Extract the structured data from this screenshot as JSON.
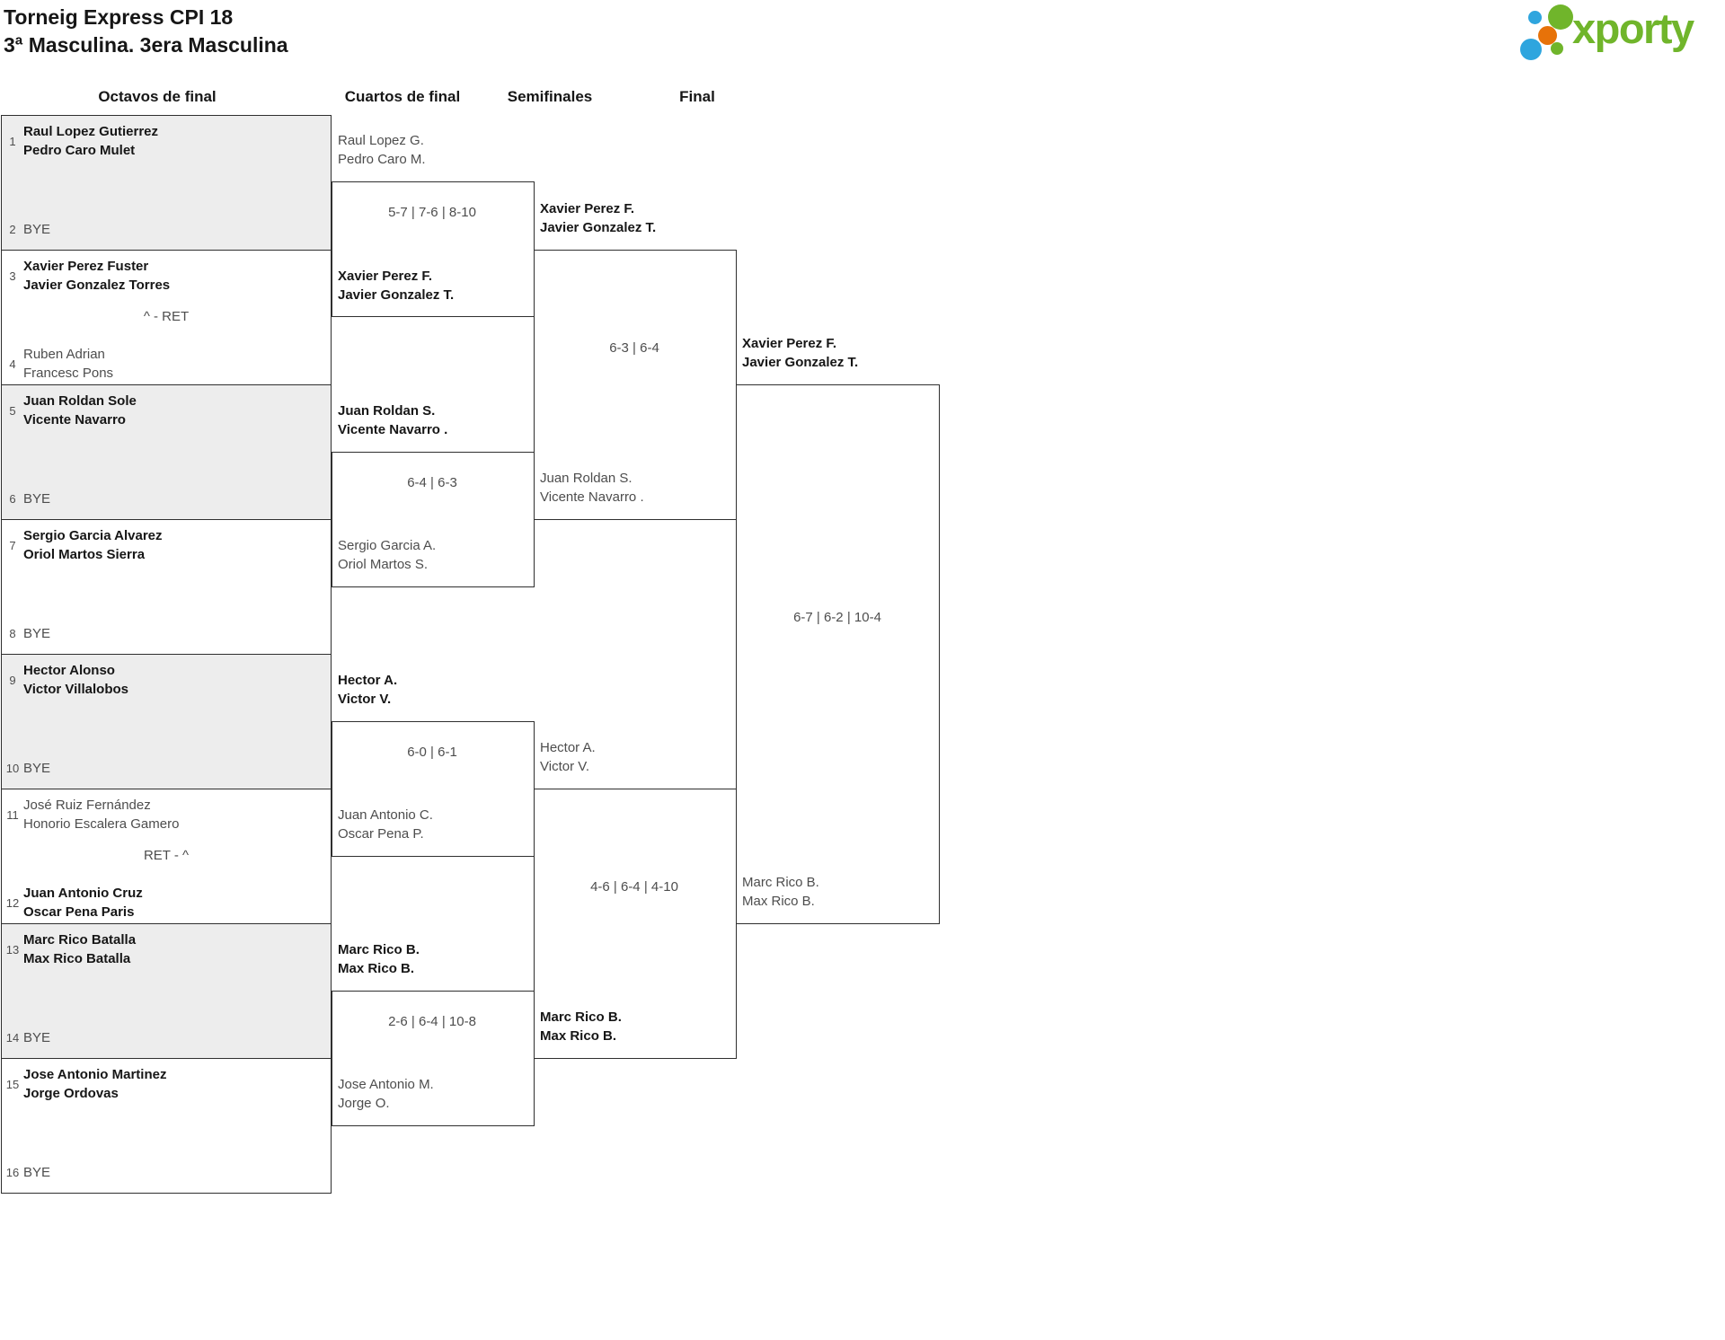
{
  "header": {
    "title": "Torneig Express CPI 18",
    "subtitle": "3ª Masculina. 3era Masculina"
  },
  "logo": {
    "text": "xporty"
  },
  "colors": {
    "brand_green": "#70b52b",
    "brand_blue": "#2ea5de",
    "brand_orange": "#e77209",
    "box_gray": "#ededed",
    "line": "#2f2f2f",
    "text_dark": "#161616",
    "text_gray": "#4d4d4d"
  },
  "rounds": [
    {
      "label": "Octavos de final"
    },
    {
      "label": "Cuartos de final"
    },
    {
      "label": "Semifinales"
    },
    {
      "label": "Final"
    }
  ],
  "r16": [
    {
      "seed_top": "1",
      "top1": "Raul Lopez Gutierrez",
      "top2": "Pedro Caro Mulet",
      "seed_bottom": "2",
      "bottom1": "BYE"
    },
    {
      "seed_top": "3",
      "top1": "Xavier Perez Fuster",
      "top2": "Javier Gonzalez Torres",
      "seed_bottom": "4",
      "bottom1": "Ruben Adrian",
      "bottom2": "Francesc Pons",
      "score": "^ - RET"
    },
    {
      "seed_top": "5",
      "top1": "Juan Roldan Sole",
      "top2": "Vicente Navarro",
      "seed_bottom": "6",
      "bottom1": "BYE"
    },
    {
      "seed_top": "7",
      "top1": "Sergio Garcia Alvarez",
      "top2": "Oriol Martos Sierra",
      "seed_bottom": "8",
      "bottom1": "BYE"
    },
    {
      "seed_top": "9",
      "top1": "Hector Alonso",
      "top2": "Victor Villalobos",
      "seed_bottom": "10",
      "bottom1": "BYE"
    },
    {
      "seed_top": "11",
      "top1": "José Ruiz Fernández",
      "top2": "Honorio Escalera Gamero",
      "seed_bottom": "12",
      "bottom1": "Juan Antonio Cruz",
      "bottom2": "Oscar Pena Paris",
      "score": "RET - ^"
    },
    {
      "seed_top": "13",
      "top1": "Marc Rico Batalla",
      "top2": "Max Rico Batalla",
      "seed_bottom": "14",
      "bottom1": "BYE"
    },
    {
      "seed_top": "15",
      "top1": "Jose Antonio Martinez",
      "top2": "Jorge Ordovas",
      "seed_bottom": "16",
      "bottom1": "BYE"
    }
  ],
  "qf": [
    {
      "top1": "Raul Lopez G.",
      "top2": "Pedro Caro M.",
      "score": "5-7 | 7-6 | 8-10",
      "bottom1": "Xavier Perez F.",
      "bottom2": "Javier Gonzalez T."
    },
    {
      "top1": "Juan Roldan S.",
      "top2": "Vicente Navarro .",
      "score": "6-4 | 6-3",
      "bottom1": "Sergio Garcia A.",
      "bottom2": "Oriol Martos S."
    },
    {
      "top1": "Hector A.",
      "top2": "Victor V.",
      "score": "6-0 | 6-1",
      "bottom1": "Juan Antonio C.",
      "bottom2": "Oscar Pena P."
    },
    {
      "top1": "Marc Rico B.",
      "top2": "Max Rico B.",
      "score": "2-6 | 6-4 | 10-8",
      "bottom1": "Jose Antonio M.",
      "bottom2": "Jorge O."
    }
  ],
  "sf": [
    {
      "top1": "Xavier Perez F.",
      "top2": "Javier Gonzalez T.",
      "score": "6-3 | 6-4",
      "bottom1": "Juan Roldan S.",
      "bottom2": "Vicente Navarro ."
    },
    {
      "top1": "Hector A.",
      "top2": "Victor V.",
      "score": "4-6 | 6-4 | 4-10",
      "bottom1": "Marc Rico B.",
      "bottom2": "Max Rico B."
    }
  ],
  "final": {
    "top1": "Xavier Perez F.",
    "top2": "Javier Gonzalez T.",
    "score": "6-7 | 6-2 | 10-4",
    "bottom1": "Marc Rico B.",
    "bottom2": "Max Rico B."
  }
}
